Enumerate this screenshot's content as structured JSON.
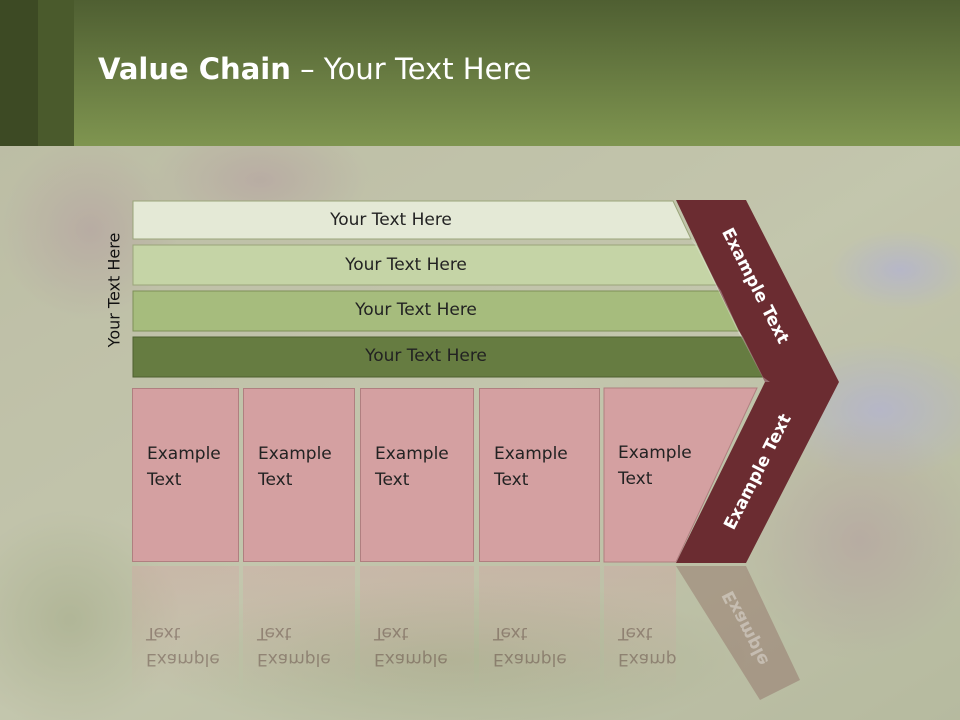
{
  "slide": {
    "title_bold": "Value Chain",
    "title_rest": " – Your Text Here",
    "vertical_label": "Your Text Here",
    "rows": [
      {
        "label": "Your Text Here",
        "color": "#e4e9d6"
      },
      {
        "label": "Your Text Here",
        "color": "#c5d4a6"
      },
      {
        "label": "Your Text Here",
        "color": "#a6bc7d"
      },
      {
        "label": "Your Text Here",
        "color": "#667c41"
      }
    ],
    "boxes": [
      {
        "line1": "Example",
        "line2": "Text"
      },
      {
        "line1": "Example",
        "line2": "Text"
      },
      {
        "line1": "Example",
        "line2": "Text"
      },
      {
        "line1": "Example",
        "line2": "Text"
      },
      {
        "line1": "Example",
        "line2": "Text"
      }
    ],
    "chevron_upper": "Example Text",
    "chevron_lower": "Example Text",
    "reflection_text": "Example",
    "colors": {
      "header_top": "#4f5f32",
      "header_bottom": "#7f9550",
      "chevron": "#6b2c31",
      "box": "#d4a0a1"
    }
  }
}
